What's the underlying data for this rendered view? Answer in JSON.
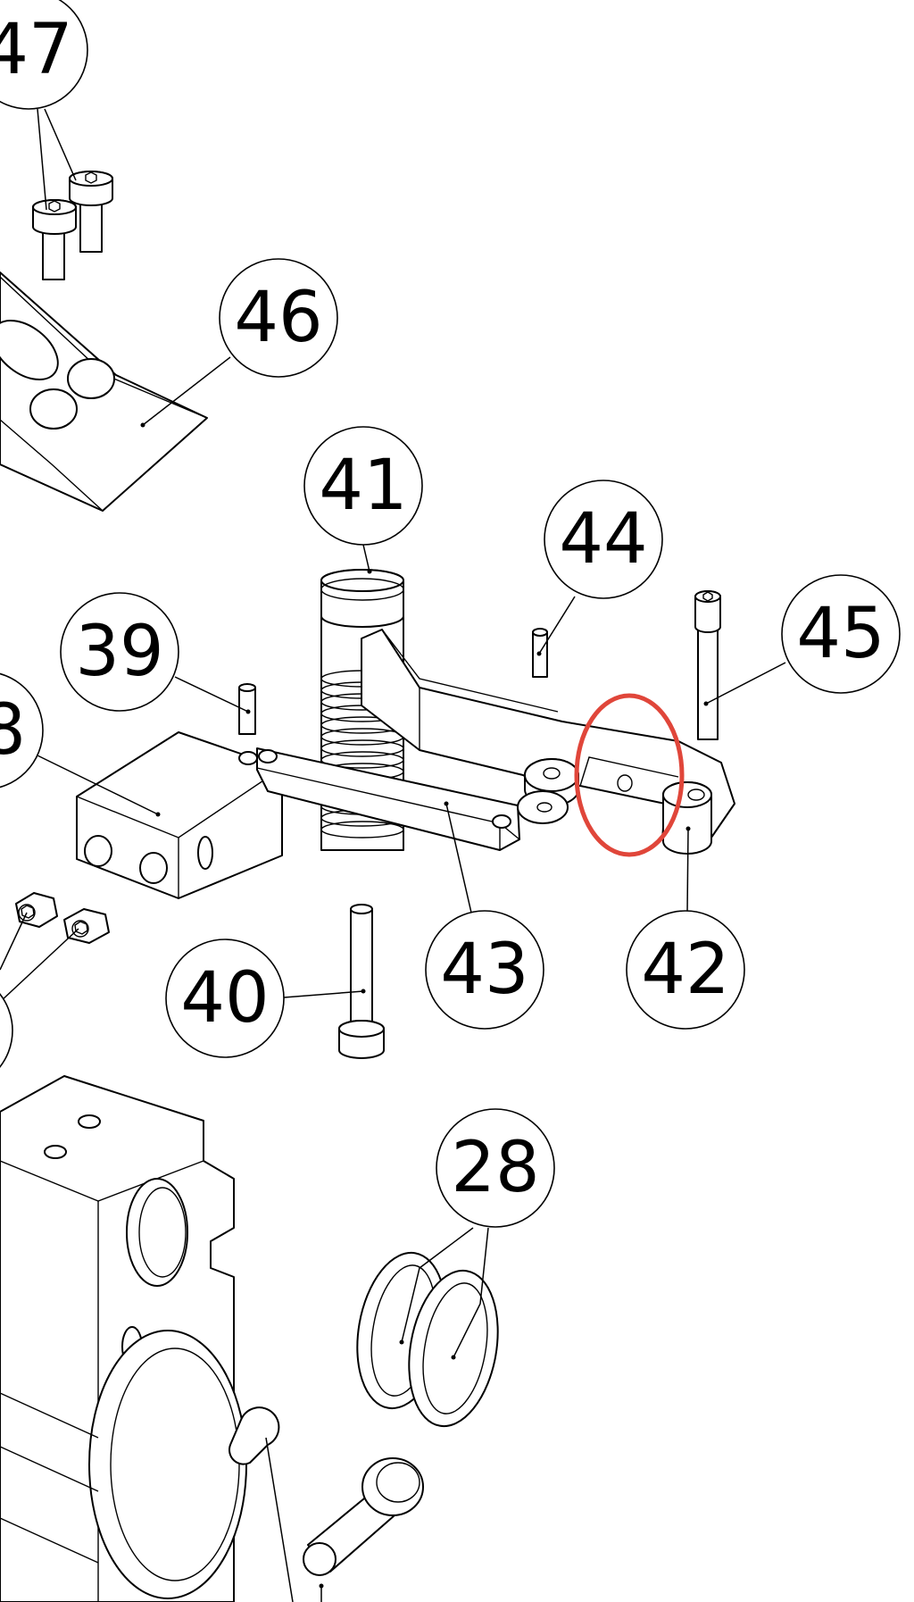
{
  "balloons": {
    "b47": "47",
    "b46": "46",
    "b41": "41",
    "b44": "44",
    "b45": "45",
    "b39": "39",
    "b38": "8",
    "b43": "43",
    "b42": "42",
    "b40": "40",
    "b28": "28"
  },
  "colors": {
    "line": "#000000",
    "background": "#ffffff",
    "highlight_circle": "#e0463a"
  }
}
